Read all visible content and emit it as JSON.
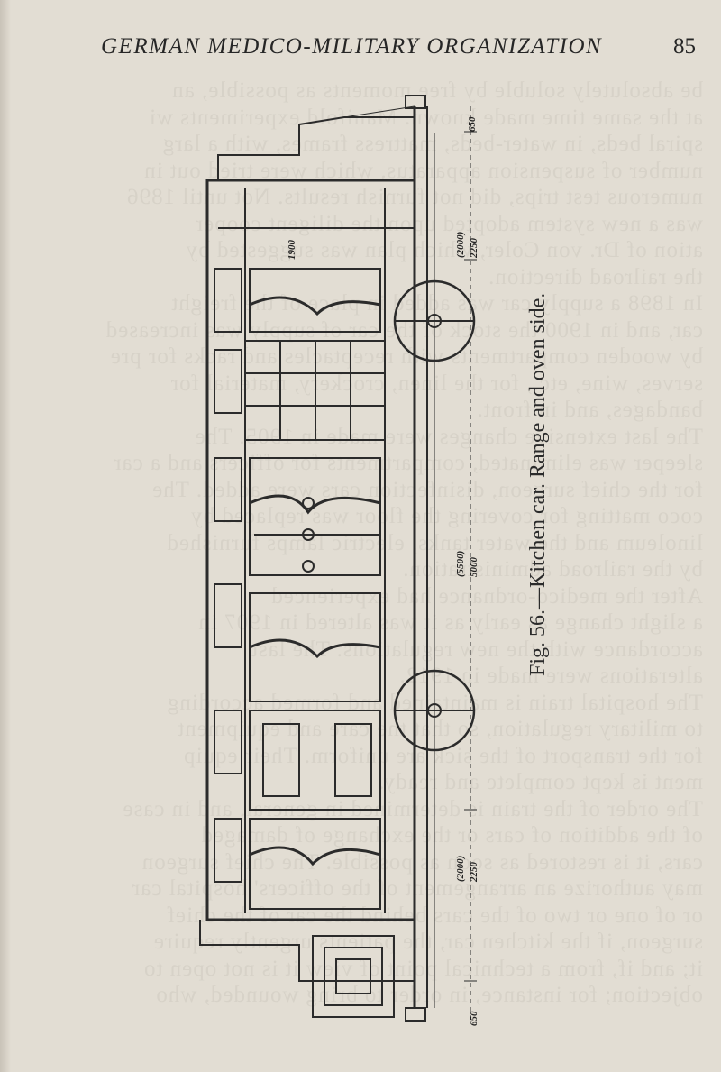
{
  "page": {
    "running_title": "GERMAN MEDICO-MILITARY ORGANIZATION",
    "page_number": "85"
  },
  "figure": {
    "caption": "Fig. 56.—Kitchen car. Range and oven side.",
    "dimensions": {
      "top_1": "650",
      "top_2_paren": "(2000)",
      "top_2": "2250",
      "mid_paren": "(5500)",
      "mid": "5000",
      "bot_paren": "(2000)",
      "bot_1": "2250",
      "bot_2": "650",
      "upper_left": "1900"
    }
  },
  "show_through_lines": [
    "be absolutely soluble by free moments as possible, an",
    "at the same time made known. Manifold experiments wi",
    "spiral beds, in water-beds, mattress frames, with a larg",
    "number of suspension apparatus, which were tried out in",
    "numerous test trips, did not furnish results. Not until 1896",
    "was a new system adopted upon the diligent cooper",
    "ation of Dr. von Coler, which plan was suggested by",
    "the railroad direction.",
    "In 1898 a supply car was added in place of the freight",
    "car, and in 1900 the stock of the car of supply was increased",
    "by wooden compartments with receptacles and racks for pre",
    "serves, wine, etc., for the linen, crockery, material for",
    "bandages, and in front.",
    "The last extensive changes were made in 1905. The",
    "sleeper was eliminated, compartments for officers and a car",
    "for the chief surgeon, disinfection cars were added. The",
    "coco matting for covering the floor was replaced by",
    "linoleum and the water tanks, electric lamps furnished",
    "by the railroad administration.",
    "After the medico-ordnance had experienced",
    "a slight change as early as it was altered in 1907 in",
    "accordance with the new regulations. The last",
    "alterations were made in 1912.",
    "The hospital train is maintained and formed according",
    "to military regulation, so that the care and equipment",
    "for the transport of the sick are uniform. Their equip",
    "ment is kept complete and ready.",
    "The order of the train is determined in general, and in case",
    "of the addition of cars or the exchange of damaged",
    "cars, it is restored as soon as possible. The chief surgeon",
    "may authorize an arrangement of the officers' hospital car",
    "or of one or two of the cars behind the car of the chief",
    "surgeon, if the kitchen car, the patients urgently require",
    "it; and if, from a technical point of view it is not open to",
    "objection; for instance, in order to bring wounded, who"
  ]
}
